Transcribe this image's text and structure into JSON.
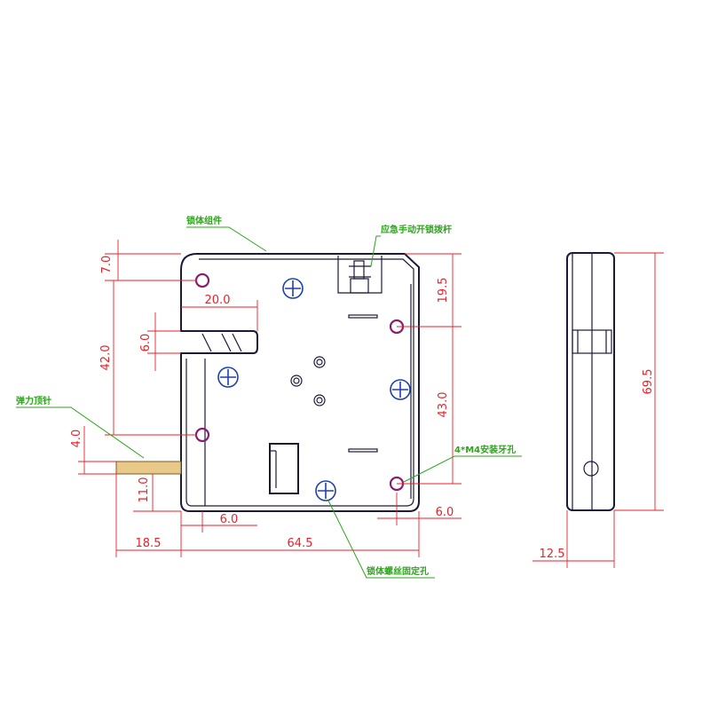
{
  "callouts": {
    "lock_body_assembly": "锁体组件",
    "emergency_lever": "应急手动开锁拨杆",
    "spring_pin": "弹力顶针",
    "mount_holes": "4*M4安装牙孔",
    "body_screw_holes": "锁体螺丝固定孔"
  },
  "dimensions": {
    "top_offset": "7.0",
    "slot_depth": "20.0",
    "slot_width": "6.0",
    "left_height": "42.0",
    "pin_offset": "4.0",
    "pin_to_bottom": "11.0",
    "bottom_edge_left": "6.0",
    "pin_length": "18.5",
    "body_width": "64.5",
    "lever_to_hole": "19.5",
    "hole_spacing": "43.0",
    "bottom_edge_right": "6.0",
    "side_height": "69.5",
    "side_thickness": "12.5"
  },
  "colors": {
    "dimension": "#e8222a",
    "callout": "#2ca51b",
    "outline": "#1a1a3a",
    "screw": "#1d3fb3",
    "hole": "#8a1e6e"
  }
}
